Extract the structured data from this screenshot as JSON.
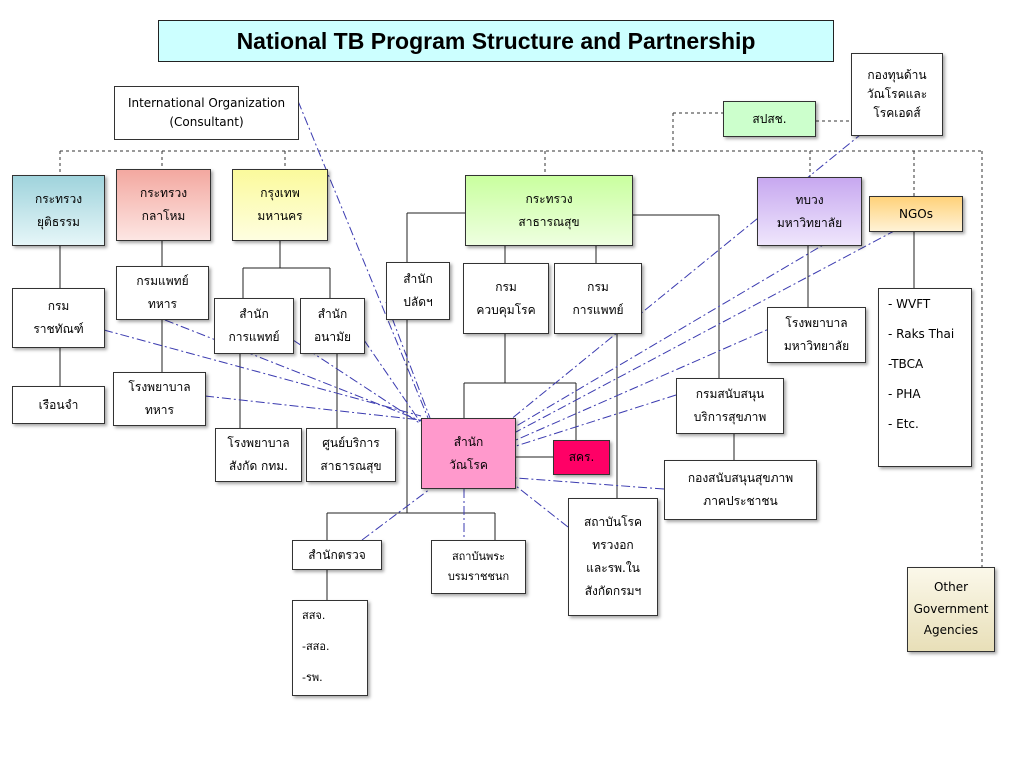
{
  "title": "National TB Program Structure and Partnership",
  "colors": {
    "title_bg": "#ccffff",
    "justice": "#9fd3dc",
    "defense": "#f3a8a0",
    "bangkok": "#fbfa9c",
    "health": "#c9ff9f",
    "university": "#c7a8f0",
    "ngos": "#ffd27a",
    "tb_bureau": "#ff99cc",
    "skr": "#ff0066",
    "nhso": "#ccffcc",
    "other_gov": "#f5efd5",
    "dashed_line": "#333333",
    "dashdot_line": "#3b3bb0"
  },
  "boxes": {
    "intl_org": "International Organization\n(Consultant)",
    "global_fund": "กองทุนด้าน\nวัณโรคและ\nโรคเอดส์",
    "nhso": "สปสช.",
    "justice": "กระทรวง\nยุติธรรม",
    "defense": "กระทรวง\nกลาโหม",
    "bangkok": "กรุงเทพ\nมหานคร",
    "health": "กระทรวง\nสาธารณสุข",
    "university": "ทบวง\nมหาวิทยาลัย",
    "ngos": "NGOs",
    "corrections": "กรม\nราชทัณฑ์",
    "prison": "เรือนจำ",
    "army_medical": "กรมแพทย์\nทหาร",
    "military_hospital": "โรงพยาบาล\nทหาร",
    "bma_medical_office": "สำนัก\nการแพทย์",
    "bma_health_office": "สำนัก\nอนามัย",
    "bma_hospitals": "โรงพยาบาล\nสังกัด กทม.",
    "health_centers": "ศูนย์บริการ\nสาธารณสุข",
    "permanent_secretary": "สำนัก\nปลัดฯ",
    "ddc": "กรม\nควบคุมโรค",
    "dms": "กรม\nการแพทย์",
    "university_hospital": "โรงพยาบาล\nมหาวิทยาลัย",
    "ngo_list": [
      "- WVFT",
      "- Raks Thai",
      "-TBCA",
      "- PHA",
      "- Etc."
    ],
    "tb_bureau": "สำนัก\nวัณโรค",
    "skr": "สคร.",
    "hss_dept": "กรมสนับสนุน\nบริการสุขภาพ",
    "phc_fund": "กองสนับสนุนสุขภาพ\nภาคประชาชน",
    "chest_institute": "สถาบันโรค\nทรวงอก\nและรพ.ใน\nสังกัดกรมฯ",
    "inspection_office": "สำนักตรวจ",
    "prabaromrajchanok": "สถาบันพระ\nบรมราชชนก",
    "inspection_list": [
      "สสจ.",
      "-สสอ.",
      "-รพ."
    ],
    "other_gov": "Other\nGovernment\nAgencies"
  }
}
